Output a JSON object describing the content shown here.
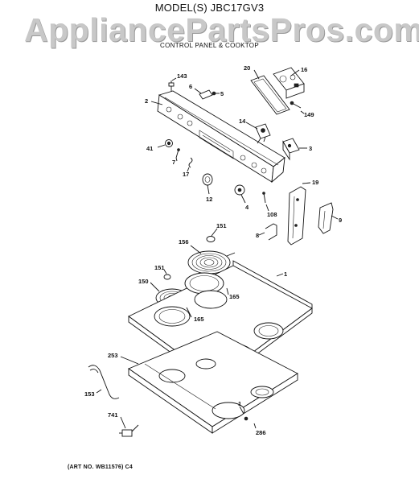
{
  "header": {
    "model_title": "MODEL(S) JBC17GV3",
    "watermark": "AppliancePartsPros.com",
    "subtitle": "CONTROL PANEL & COOKTOP"
  },
  "footer": {
    "art_number": "(ART NO. WB11576) C4"
  },
  "callouts": [
    {
      "id": "c143",
      "text": "143"
    },
    {
      "id": "c6",
      "text": "6"
    },
    {
      "id": "c5",
      "text": "5"
    },
    {
      "id": "c20",
      "text": "20"
    },
    {
      "id": "c16",
      "text": "16"
    },
    {
      "id": "c149",
      "text": "149"
    },
    {
      "id": "c2",
      "text": "2"
    },
    {
      "id": "c14",
      "text": "14"
    },
    {
      "id": "c3",
      "text": "3"
    },
    {
      "id": "c41",
      "text": "41"
    },
    {
      "id": "c7",
      "text": "7"
    },
    {
      "id": "c17",
      "text": "17"
    },
    {
      "id": "c19",
      "text": "19"
    },
    {
      "id": "c12",
      "text": "12"
    },
    {
      "id": "c4",
      "text": "4"
    },
    {
      "id": "c108",
      "text": "108"
    },
    {
      "id": "c9",
      "text": "9"
    },
    {
      "id": "c151a",
      "text": "151"
    },
    {
      "id": "c8",
      "text": "8"
    },
    {
      "id": "c156",
      "text": "156"
    },
    {
      "id": "c1",
      "text": "1"
    },
    {
      "id": "c151b",
      "text": "151"
    },
    {
      "id": "c150",
      "text": "150"
    },
    {
      "id": "c165a",
      "text": "165"
    },
    {
      "id": "c165b",
      "text": "165"
    },
    {
      "id": "c253",
      "text": "253"
    },
    {
      "id": "c153",
      "text": "153"
    },
    {
      "id": "c741",
      "text": "741"
    },
    {
      "id": "c1b",
      "text": "1"
    },
    {
      "id": "c286",
      "text": "286"
    }
  ]
}
